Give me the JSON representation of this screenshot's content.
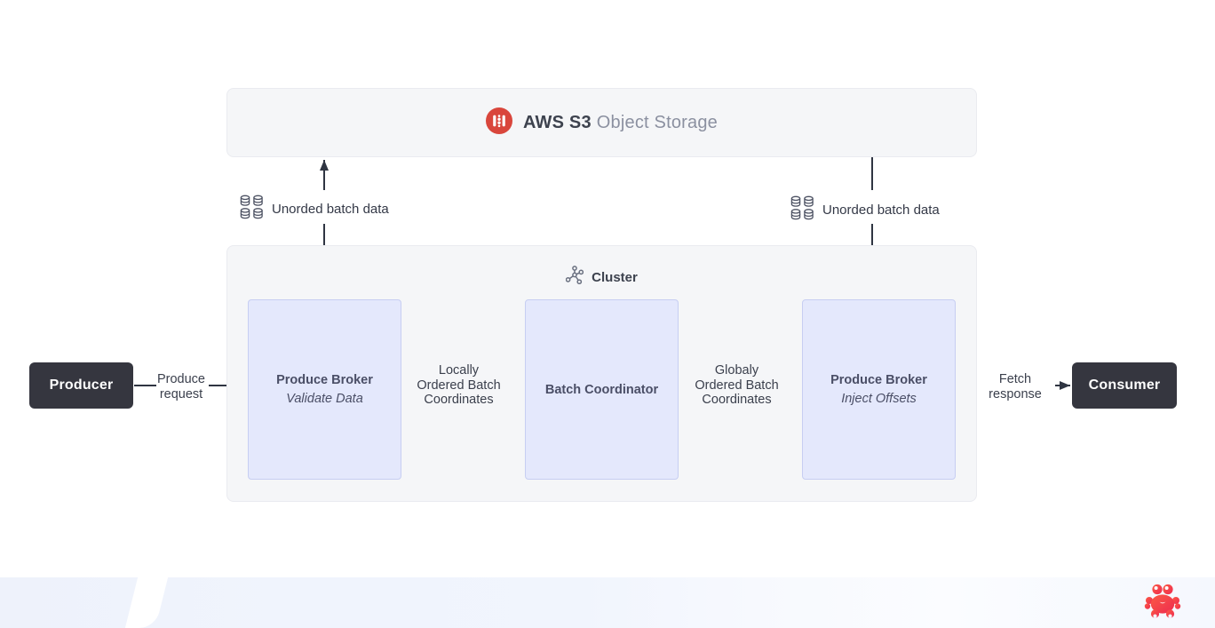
{
  "s3": {
    "brand": "AWS S3",
    "rest": "Object Storage"
  },
  "pipes": {
    "left_unordered": "Unorded batch data",
    "right_unordered": "Unorded batch data"
  },
  "cluster": {
    "title": "Cluster",
    "nodes": [
      {
        "title": "Produce Broker",
        "subtitle": "Validate Data"
      },
      {
        "title": "Batch Coordinator",
        "subtitle": ""
      },
      {
        "title": "Produce Broker",
        "subtitle": "Inject Offsets"
      }
    ]
  },
  "endpoints": {
    "producer": "Producer",
    "consumer": "Consumer"
  },
  "edges": {
    "produce_request": "Produce\nrequest",
    "locally_ordered": "Locally\nOrdered Batch\nCoordinates",
    "globally_ordered": "Globaly\nOrdered Batch\nCoordinates",
    "fetch_response": "Fetch\nresponse"
  },
  "colors": {
    "accent_red": "#d9463c",
    "node_fill": "#e4e8fc",
    "node_border": "#c7cef2",
    "panel_fill": "#f5f6f8",
    "dark_box": "#35363f",
    "arrow": "#2f3542",
    "crab_gradient_start": "#fb5a45",
    "crab_gradient_end": "#ee2b50"
  }
}
